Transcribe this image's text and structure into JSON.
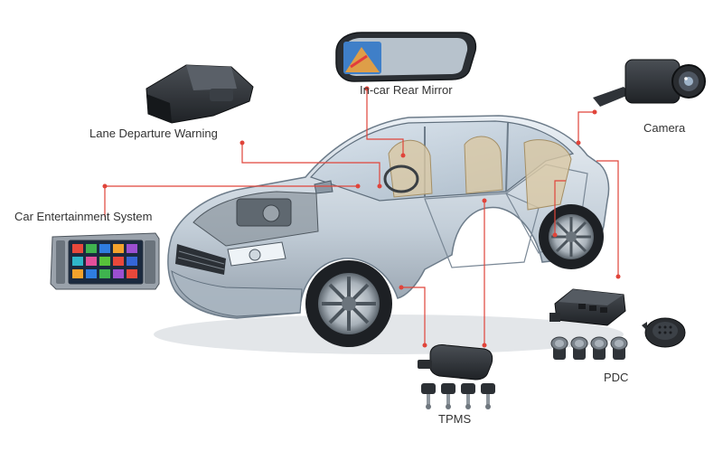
{
  "labels": {
    "rear_mirror": "In-car Rear Mirror",
    "lane_departure": "Lane Departure Warning",
    "camera": "Camera",
    "entertainment": "Car Entertainment System",
    "pdc": "PDC",
    "tpms": "TPMS"
  },
  "colors": {
    "leader_line": "#e0443a",
    "label_text": "#333333",
    "car_body": "#b9c6d2",
    "device_dark": "#2a2d31"
  }
}
